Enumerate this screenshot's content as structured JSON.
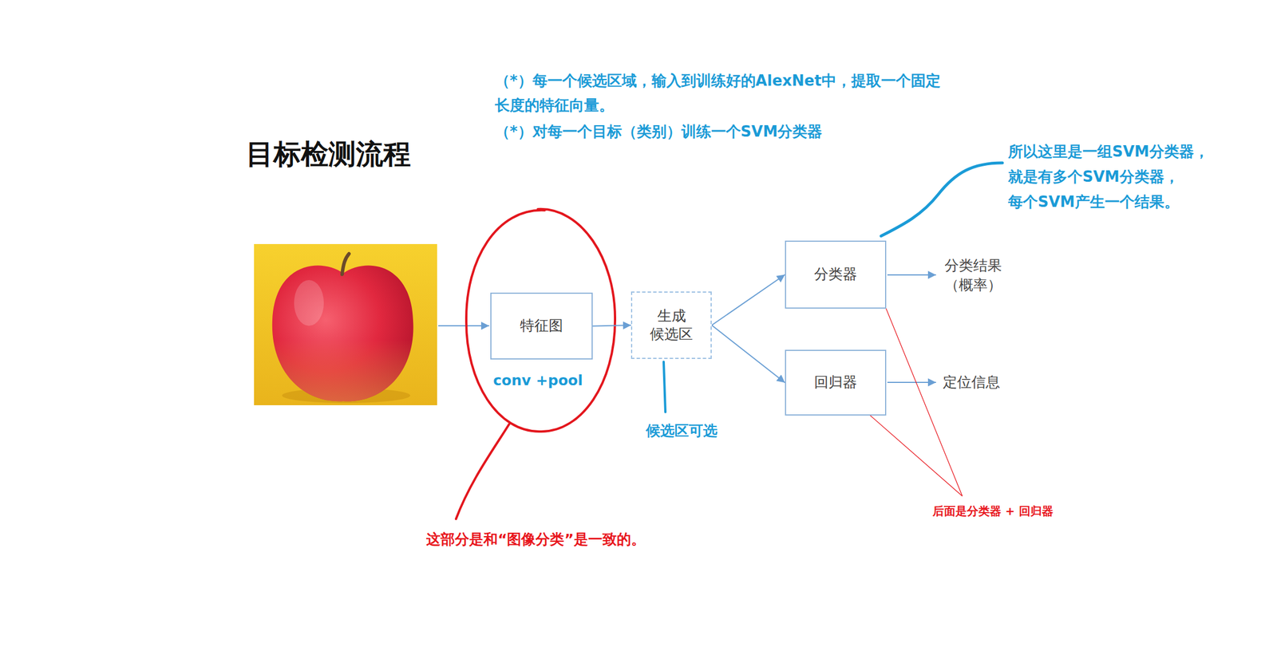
{
  "diagram": {
    "title": "目标检测流程",
    "nodes": [
      {
        "text": [
          "特征图"
        ]
      },
      {
        "text": [
          "生成 候选区"
        ]
      },
      {
        "text": [
          "分类器"
        ]
      },
      {
        "text": [
          "回归器"
        ]
      }
    ],
    "edges": [
      {
        "from": 0,
        "to": 1,
        "arrow": "to"
      },
      {
        "from": 1,
        "to": 2,
        "arrow": "to"
      },
      {
        "from": 1,
        "to": 3,
        "arrow": "to"
      }
    ],
    "labels": [
      "（*）每一个候选区域，输入到训练好的AlexNet中，提取一个固定 长度的特征向量。",
      "（*）对每一个目标（类别）训练一个SVM分类器",
      "conv +pool",
      "候选区可选",
      "分类结果 （概率）",
      "定位信息",
      "所以这里是一组SVM分类器， 就是有多个SVM分类器， 每个SVM产生一个结果。",
      "后面是分类器 + 回归器",
      "这部分是和“图像分类”是一致的。"
    ]
  }
}
